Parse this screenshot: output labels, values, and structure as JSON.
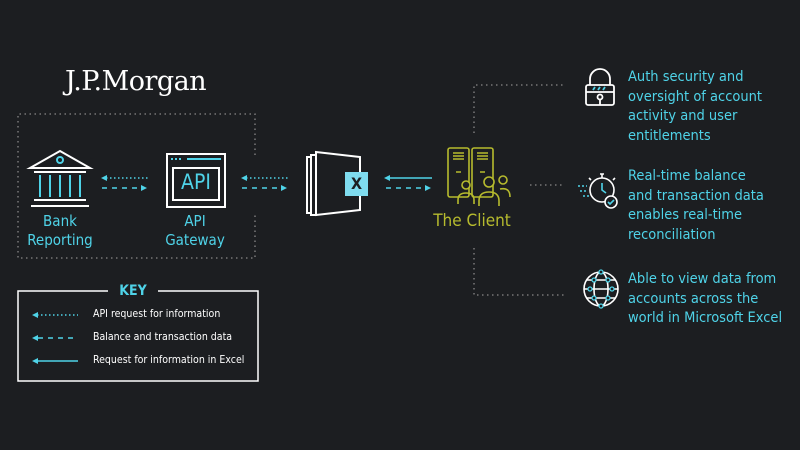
{
  "brand": {
    "logo_text": "J.P.Morgan"
  },
  "nodes": {
    "bank": [
      "Bank",
      "Reporting"
    ],
    "api_gateway": [
      "API",
      "Gateway"
    ],
    "api_icon_text": "API",
    "excel_icon_text": "X",
    "client": "The Client"
  },
  "features": [
    {
      "icon": "lock-icon",
      "lines": [
        "Auth security and",
        "oversight of account",
        "activity and user",
        "entitlements"
      ]
    },
    {
      "icon": "stopwatch-check-icon",
      "lines": [
        "Real-time balance",
        "and transaction data",
        "enables real-time",
        "reconciliation"
      ]
    },
    {
      "icon": "globe-network-icon",
      "lines": [
        "Able to view data from",
        "accounts across the",
        "world in Microsoft Excel"
      ]
    }
  ],
  "key": {
    "title": "KEY",
    "items": [
      {
        "style": "dotted",
        "label": "API request for information"
      },
      {
        "style": "dashed",
        "label": "Balance and transaction data"
      },
      {
        "style": "solid",
        "label": "Request for information in Excel"
      }
    ]
  },
  "colors": {
    "background": "#1c1e21",
    "accent": "#4fd3e8",
    "client": "#b6bb2e",
    "line": "#ffffff"
  }
}
